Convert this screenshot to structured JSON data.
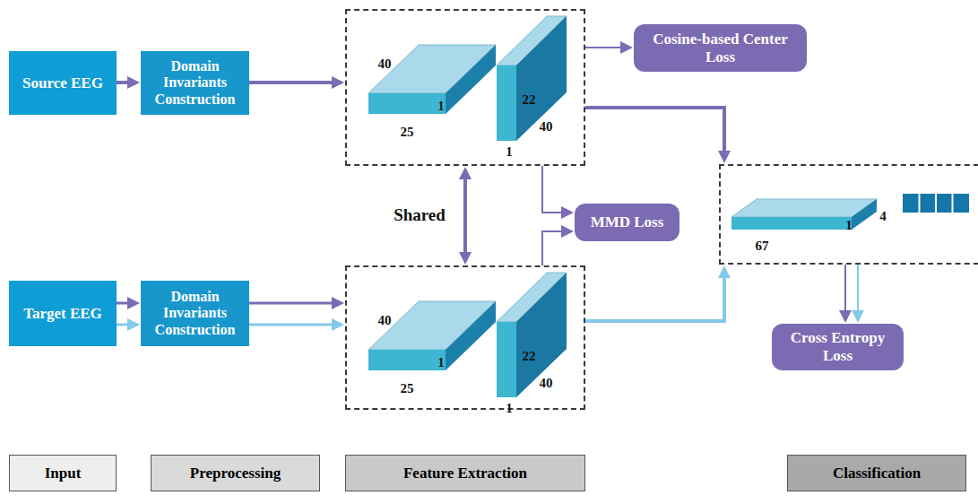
{
  "diagram": {
    "nodes": [
      {
        "text": [
          "Source EEG"
        ]
      },
      {
        "text": [
          "Domain Invariants Construction"
        ]
      },
      {
        "text": [
          "40",
          "25",
          "1",
          "22",
          "40",
          "1"
        ]
      },
      {
        "text": [
          "Cosine-based Center Loss"
        ]
      },
      {
        "text": [
          "MMD Loss"
        ]
      },
      {
        "text": [
          "67",
          "1",
          "4"
        ]
      },
      {
        "text": [
          "Target EEG"
        ]
      },
      {
        "text": [
          "Domain Invariants Construction"
        ]
      },
      {
        "text": [
          "40",
          "25",
          "1",
          "22",
          "40",
          "1"
        ]
      },
      {
        "text": [
          "Cross Entropy Loss"
        ]
      },
      {
        "text": [
          "Input"
        ]
      },
      {
        "text": [
          "Preprocessing"
        ]
      },
      {
        "text": [
          "Feature Extraction"
        ]
      },
      {
        "text": [
          "Classification"
        ]
      }
    ],
    "edges": [
      {
        "from": 0,
        "to": 1,
        "arrow": "to"
      },
      {
        "from": 1,
        "to": 2,
        "arrow": "to"
      },
      {
        "from": 2,
        "to": 3,
        "arrow": "to"
      },
      {
        "from": 2,
        "to": 4,
        "arrow": "to"
      },
      {
        "from": 2,
        "to": 5,
        "arrow": "to"
      },
      {
        "from": 6,
        "to": 7,
        "arrow": "to"
      },
      {
        "from": 6,
        "to": 7,
        "arrow": "to"
      },
      {
        "from": 7,
        "to": 8,
        "arrow": "to"
      },
      {
        "from": 7,
        "to": 8,
        "arrow": "to"
      },
      {
        "from": 8,
        "to": 4,
        "arrow": "to"
      },
      {
        "from": 8,
        "to": 5,
        "arrow": "to"
      },
      {
        "from": 5,
        "to": 9,
        "arrow": "to"
      },
      {
        "from": 5,
        "to": 9,
        "arrow": "to"
      },
      {
        "from": 2,
        "to": 8,
        "label": "Shared",
        "arrow": "both"
      }
    ]
  }
}
